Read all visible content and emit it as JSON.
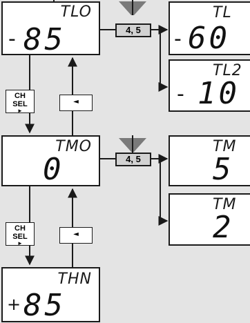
{
  "colors": {
    "background": "#e4e4e4",
    "box": "#ffffff",
    "stroke": "#1a1a1a",
    "button_shade": "#d2d2d2",
    "funnel": "#7a7a7a"
  },
  "left_column": [
    {
      "label": "TLO",
      "sign": "-",
      "value": "85"
    },
    {
      "label": "TMO",
      "sign": "",
      "value": "0"
    },
    {
      "label": "THN",
      "sign": "+",
      "value": "85"
    }
  ],
  "buttons": {
    "ch_sel_label": "CH SEL",
    "left_arrow": "◄",
    "ch_sel_arrow": "►"
  },
  "button_codes": [
    "4, 5",
    "4, 5"
  ],
  "right_column": [
    {
      "label": "TL",
      "sign": "-",
      "value": "60"
    },
    {
      "label": "TL2",
      "sign": "-",
      "value": "10"
    },
    {
      "label": "TM",
      "sign": "",
      "value": "5"
    },
    {
      "label": "TM",
      "sign": "",
      "value": "2"
    }
  ],
  "icons": {
    "funnel": "funnel-arrow-icon"
  }
}
